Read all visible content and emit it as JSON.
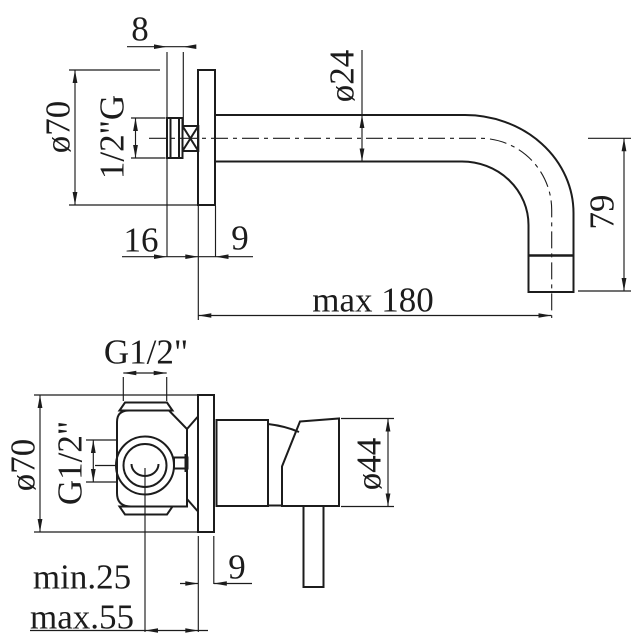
{
  "drawing": {
    "description": "Wall-mounted basin spout and concealed mixer installation dimensions",
    "views": {
      "spout_side_view": "top drawing: wall flange with curved spout",
      "mixer_front_view": "bottom drawing: concealed mixer body with lever handle"
    }
  },
  "labels": {
    "top_view": {
      "nipple_width": "8",
      "flange_diameter": "ø70",
      "inlet_thread": "1/2\"G",
      "wall_offset": "16",
      "flange_depth": "9",
      "tube_diameter": "ø24",
      "spout_drop": "79",
      "spout_reach": "max 180"
    },
    "bottom_view": {
      "top_port_thread": "G1/2\"",
      "flange_diameter": "ø70",
      "side_port_thread": "G1/2\"",
      "handle_diameter": "ø44",
      "flange_depth": "9",
      "depth_min": "min.25",
      "depth_max": "max.55"
    }
  },
  "colors": {
    "line": "#1c1c1c",
    "background": "#ffffff"
  }
}
